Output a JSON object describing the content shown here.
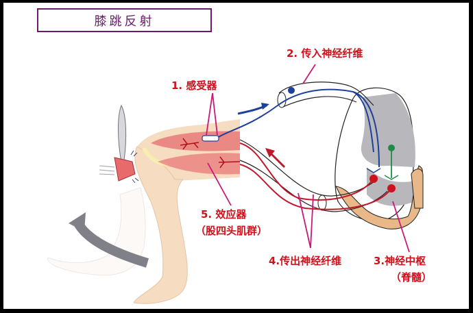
{
  "title": "膝跳反射",
  "labels": {
    "receptor": "1. 感受器",
    "afferent": "2. 传入神经纤维",
    "center": "3.神经中枢",
    "center_sub": "（脊髓）",
    "efferent": "4.传出神经纤维",
    "effector": "5. 效应器",
    "effector_sub": "（股四头肌群）"
  },
  "colors": {
    "label_red": "#d0101a",
    "title_purple": "#6a1a6a",
    "afferent_blue": "#1e3f9a",
    "efferent_red": "#c0182a",
    "interneuron_green": "#1f8a4a",
    "pointer_magenta": "#c8197a",
    "gray_matter": "#b8b8bc",
    "bone_tan": "#e8b888",
    "skin": "#f6dcc0",
    "muscle": "#e87a78",
    "arrow_gray": "#808088"
  },
  "icons": [
    "reflex-hammer-icon",
    "motion-arrow-icon",
    "impulse-arrow-icon"
  ]
}
